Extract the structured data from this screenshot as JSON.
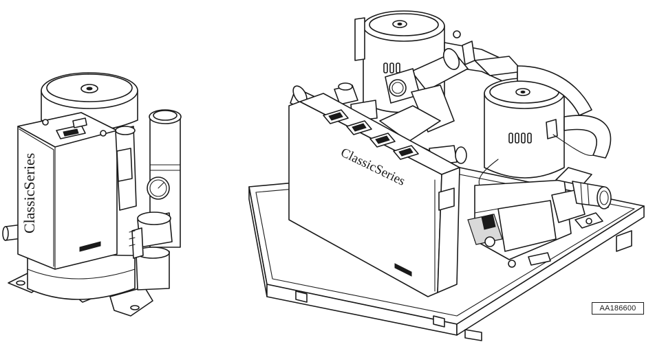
{
  "figure": {
    "left_unit": {
      "brand_text": "ClassicSeries"
    },
    "right_unit": {
      "brand_text": "ClassicSeries"
    },
    "part_code": "AA186600"
  }
}
